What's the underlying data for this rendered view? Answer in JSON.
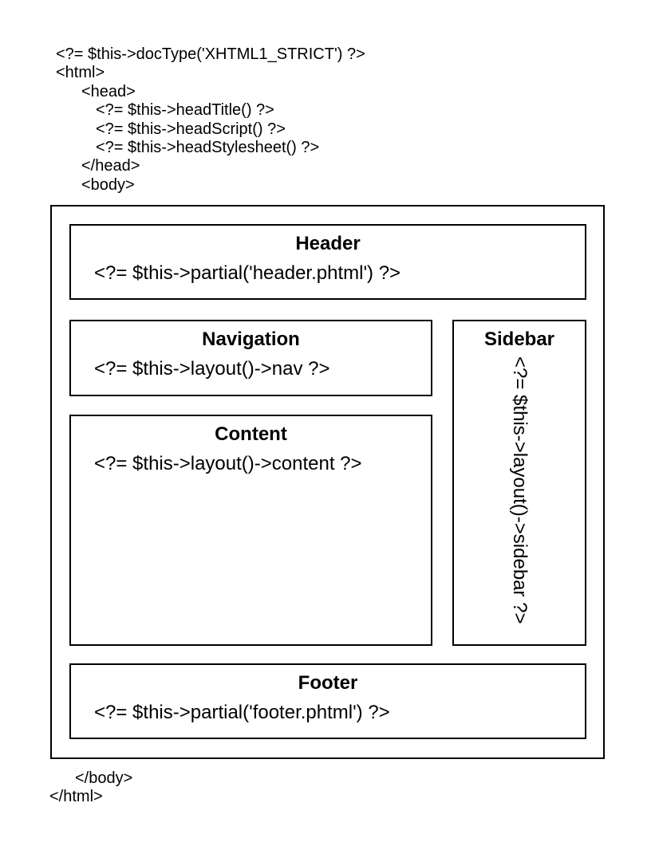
{
  "colors": {
    "background": "#ffffff",
    "line": "#000000",
    "text": "#000000"
  },
  "code_top": {
    "lines": [
      {
        "indent": 0,
        "text": "<?= $this->docType('XHTML1_STRICT') ?>"
      },
      {
        "indent": 0,
        "text": "<html>"
      },
      {
        "indent": 1,
        "text": "<head>"
      },
      {
        "indent": 2,
        "text": "<?= $this->headTitle() ?>"
      },
      {
        "indent": 2,
        "text": "<?= $this->headScript() ?>"
      },
      {
        "indent": 2,
        "text": "<?= $this->headStylesheet() ?>"
      },
      {
        "indent": 1,
        "text": "</head>"
      },
      {
        "indent": 1,
        "text": "<body>"
      }
    ]
  },
  "diagram": {
    "header": {
      "title": "Header",
      "code": "<?= $this->partial('header.phtml') ?>"
    },
    "navigation": {
      "title": "Navigation",
      "code": "<?= $this->layout()->nav ?>"
    },
    "content": {
      "title": "Content",
      "code": "<?= $this->layout()->content ?>"
    },
    "sidebar": {
      "title": "Sidebar",
      "code": "<?= $this->layout()->sidebar ?>"
    },
    "footer": {
      "title": "Footer",
      "code": "<?= $this->partial('footer.phtml') ?>"
    }
  },
  "code_bottom": {
    "lines": [
      {
        "indent": 1,
        "text": "</body>"
      },
      {
        "indent": 0,
        "text": "</html>"
      }
    ]
  }
}
